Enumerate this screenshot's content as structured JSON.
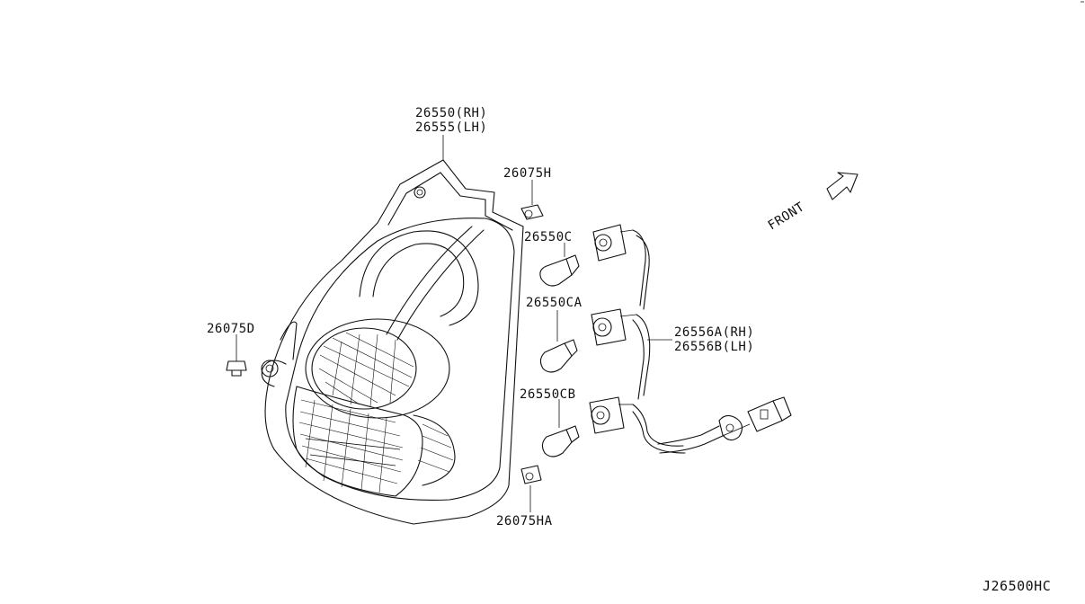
{
  "labels": {
    "lamp_rh": "26550(RH)",
    "lamp_lh": "26555(LH)",
    "screw_top": "26075H",
    "screw_left": "26075D",
    "screw_bottom": "26075HA",
    "bulb_top": "26550C",
    "bulb_mid": "26550CA",
    "bulb_bottom": "26550CB",
    "harness_rh": "26556A(RH)",
    "harness_lh": "26556B(LH)",
    "front": "FRONT",
    "diagram_code": "J26500HC"
  }
}
